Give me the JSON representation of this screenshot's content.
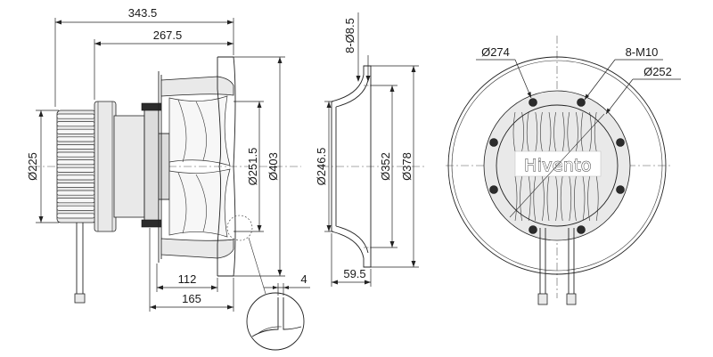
{
  "brand": {
    "text": "Hivento"
  },
  "side_view": {
    "dim_overall_length": "343.5",
    "dim_mounting_length": "267.5",
    "dim_motor_diameter": "Ø225",
    "dim_impeller_diameter": "Ø251.5",
    "dim_outer_diameter": "Ø403",
    "dim_blade_width": "112",
    "dim_rear_depth": "165",
    "dim_detail_thickness": "4"
  },
  "inlet_ring_view": {
    "dim_holes": "8-Ø8.5",
    "dim_inlet_diameter": "Ø246.5",
    "dim_hole_circle": "Ø352",
    "dim_ring_outer": "Ø378",
    "dim_ring_depth": "59.5"
  },
  "front_view": {
    "dim_bolt_circle": "Ø274",
    "dim_threads": "8-M10",
    "dim_mount_circle": "Ø252"
  }
}
